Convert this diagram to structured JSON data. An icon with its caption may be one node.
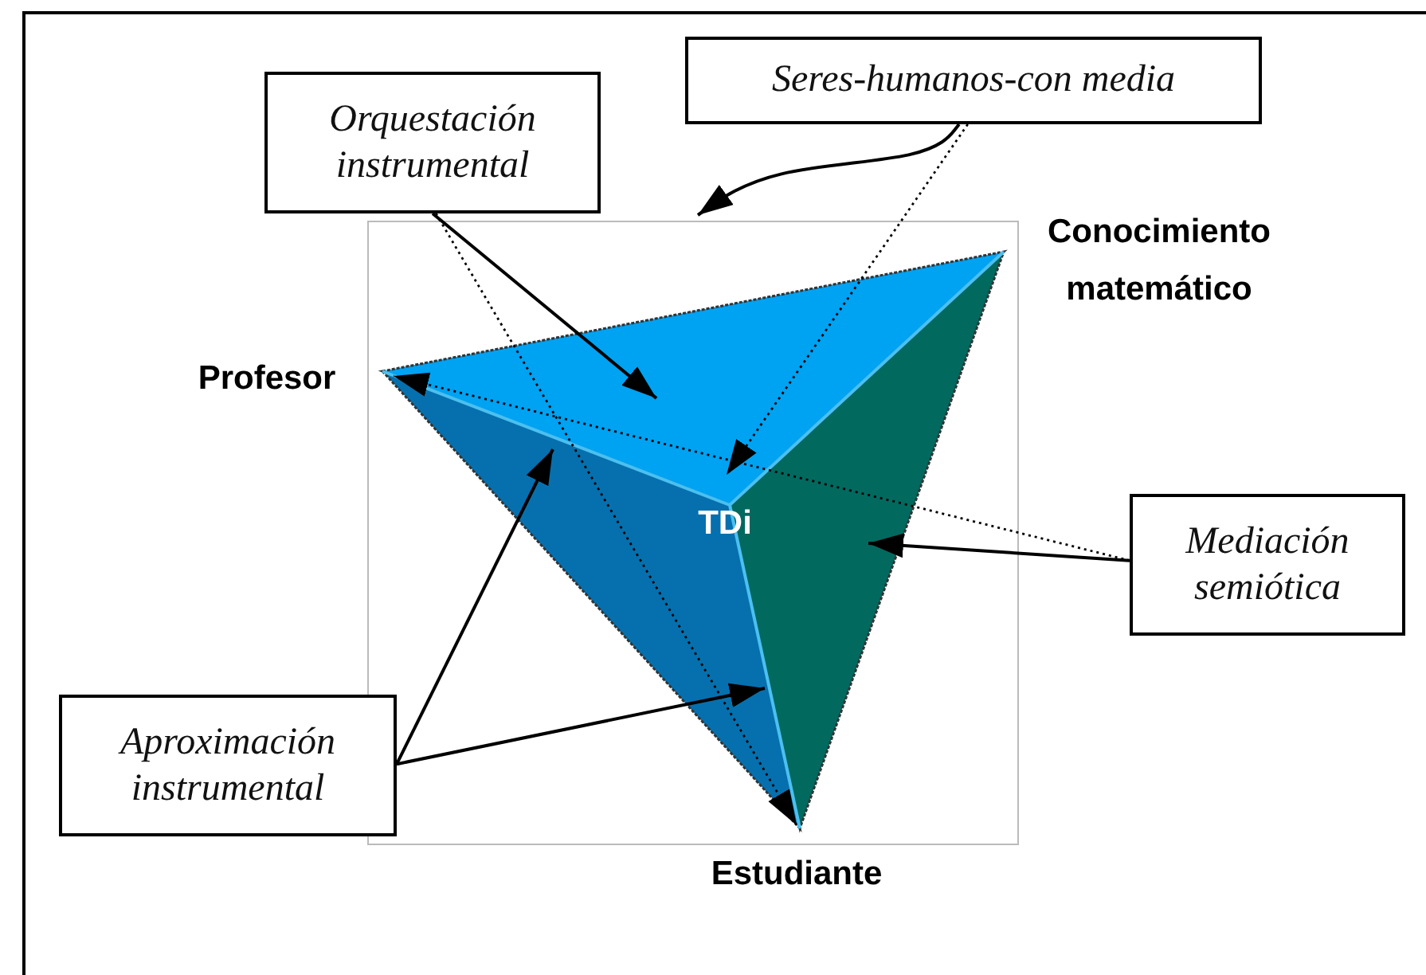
{
  "diagram": {
    "nodes": [
      {
        "text": [
          "Orquestación instrumental"
        ]
      },
      {
        "text": [
          "Seres-humanos-con media"
        ]
      },
      {
        "text": [
          "Mediación semiótica"
        ]
      },
      {
        "text": [
          "Aproximación instrumental"
        ]
      }
    ],
    "edges": [
      {
        "from": 0,
        "to": null,
        "arrow": "to"
      },
      {
        "from": 0,
        "to": null,
        "arrow": "to",
        "style": "dashed"
      },
      {
        "from": 1,
        "to": null,
        "arrow": "to"
      },
      {
        "from": 1,
        "to": null,
        "arrow": "to",
        "style": "dashed"
      },
      {
        "from": 2,
        "to": null,
        "arrow": "to",
        "style": "dashed"
      },
      {
        "from": 2,
        "to": null,
        "arrow": "to"
      },
      {
        "from": 3,
        "to": null,
        "arrow": "to"
      },
      {
        "from": 3,
        "to": null,
        "arrow": "to"
      }
    ],
    "labels": [
      "Conocimiento matemático",
      "Profesor",
      "TDi",
      "Estudiante"
    ]
  }
}
